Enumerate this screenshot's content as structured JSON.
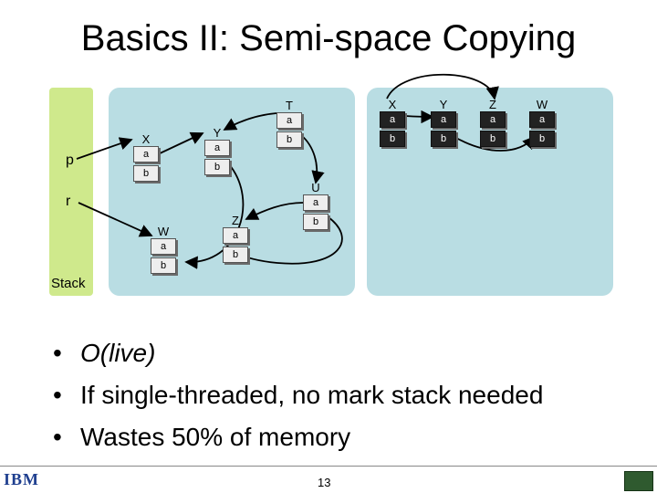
{
  "title": "Basics II: Semi-space Copying",
  "diagram": {
    "stack_label": "Stack",
    "roots": [
      "p",
      "r"
    ],
    "from_space": [
      {
        "name": "X",
        "fields": [
          "a",
          "b"
        ]
      },
      {
        "name": "Y",
        "fields": [
          "a",
          "b"
        ]
      },
      {
        "name": "T",
        "fields": [
          "a",
          "b"
        ]
      },
      {
        "name": "U",
        "fields": [
          "a",
          "b"
        ]
      },
      {
        "name": "W",
        "fields": [
          "a",
          "b"
        ]
      },
      {
        "name": "Z",
        "fields": [
          "a",
          "b"
        ]
      }
    ],
    "to_space": [
      {
        "name": "X",
        "fields": [
          "a",
          "b"
        ]
      },
      {
        "name": "Y",
        "fields": [
          "a",
          "b"
        ]
      },
      {
        "name": "Z",
        "fields": [
          "a",
          "b"
        ]
      },
      {
        "name": "W",
        "fields": [
          "a",
          "b"
        ]
      }
    ]
  },
  "bullets": [
    "O(live)",
    "If single-threaded, no mark stack needed",
    "Wastes 50% of memory"
  ],
  "page_number": "13",
  "logo_text": "IBM"
}
